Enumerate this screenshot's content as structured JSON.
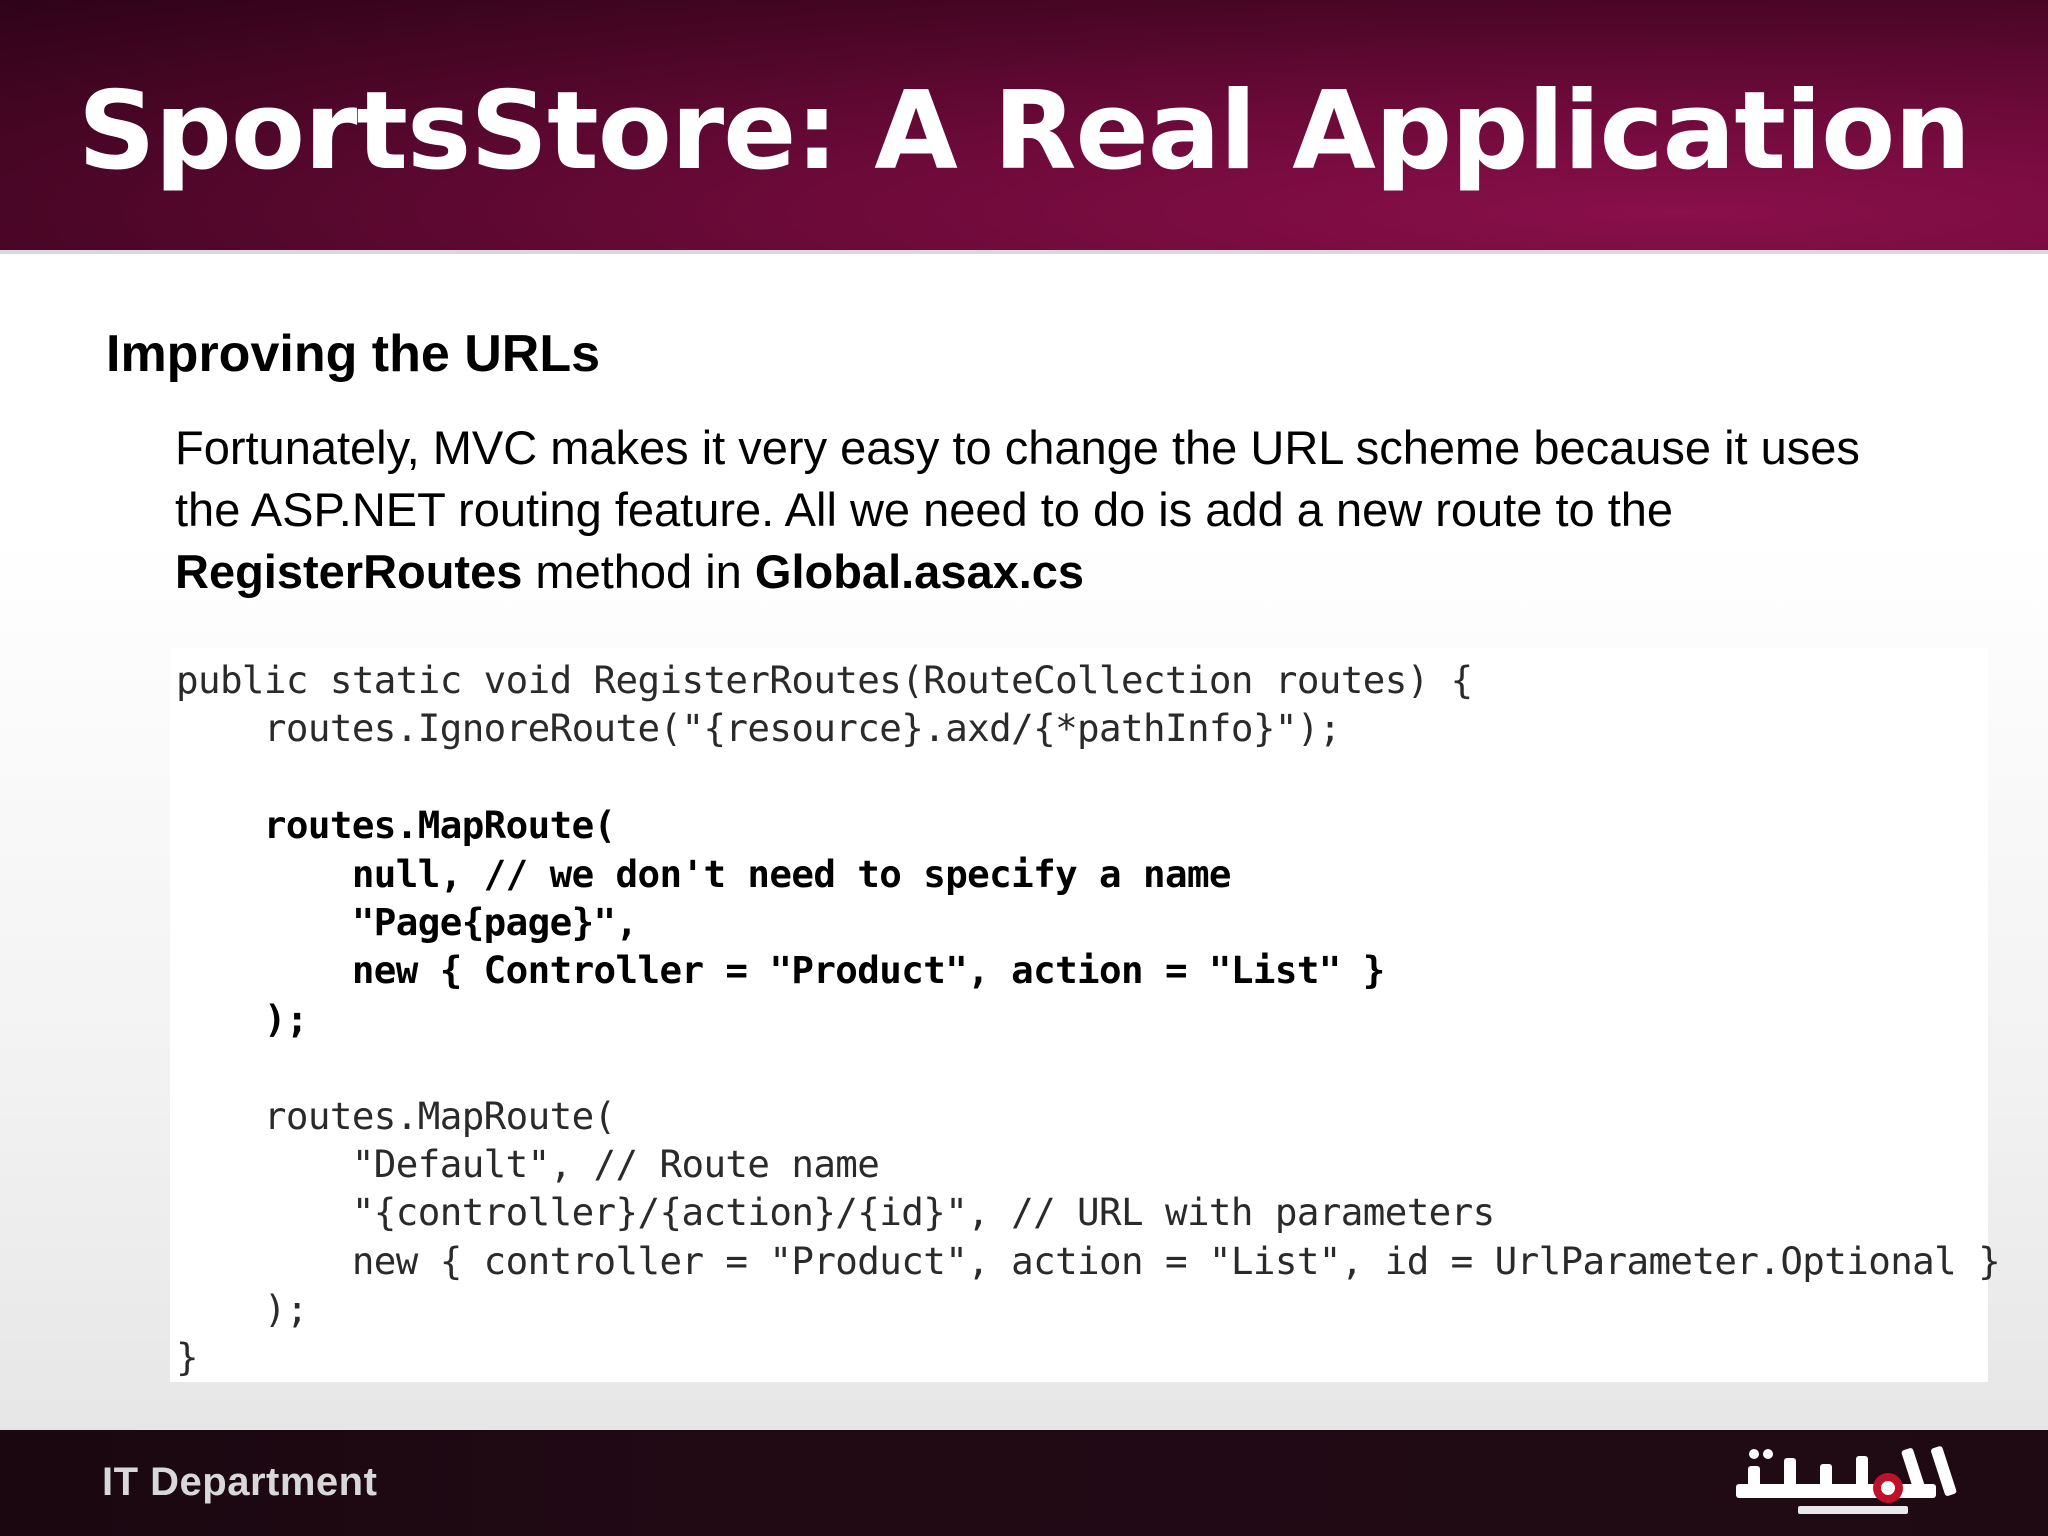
{
  "slide": {
    "title": "SportsStore: A Real Application"
  },
  "content": {
    "heading": "Improving the URLs",
    "paragraph": {
      "part1": "Fortunately, MVC makes it very easy to change the URL scheme because it uses the ASP.NET routing feature. All we need to do is add a new route to the ",
      "bold1": "RegisterRoutes",
      "part2": " method in ",
      "bold2": "Global.asax.cs"
    }
  },
  "code": {
    "lines": [
      "public static void RegisterRoutes(RouteCollection routes) {",
      "    routes.IgnoreRoute(\"{resource}.axd/{*pathInfo}\");",
      "",
      "    routes.MapRoute(",
      "        null, // we don't need to specify a name",
      "        \"Page{page}\",",
      "        new { Controller = \"Product\", action = \"List\" }",
      "    );",
      "",
      "    routes.MapRoute(",
      "        \"Default\", // Route name",
      "        \"{controller}/{action}/{id}\", // URL with parameters",
      "        new { controller = \"Product\", action = \"List\", id = UrlParameter.Optional }",
      "    );",
      "}"
    ],
    "bold_lines": [
      3,
      4,
      5,
      6,
      7
    ]
  },
  "footer": {
    "department": "IT Department",
    "logo_icon": "al-mottahida-logo"
  },
  "colors": {
    "header_bg": "#6e0a3a",
    "footer_bg": "#1f0a14",
    "title_text": "#ffffff"
  }
}
